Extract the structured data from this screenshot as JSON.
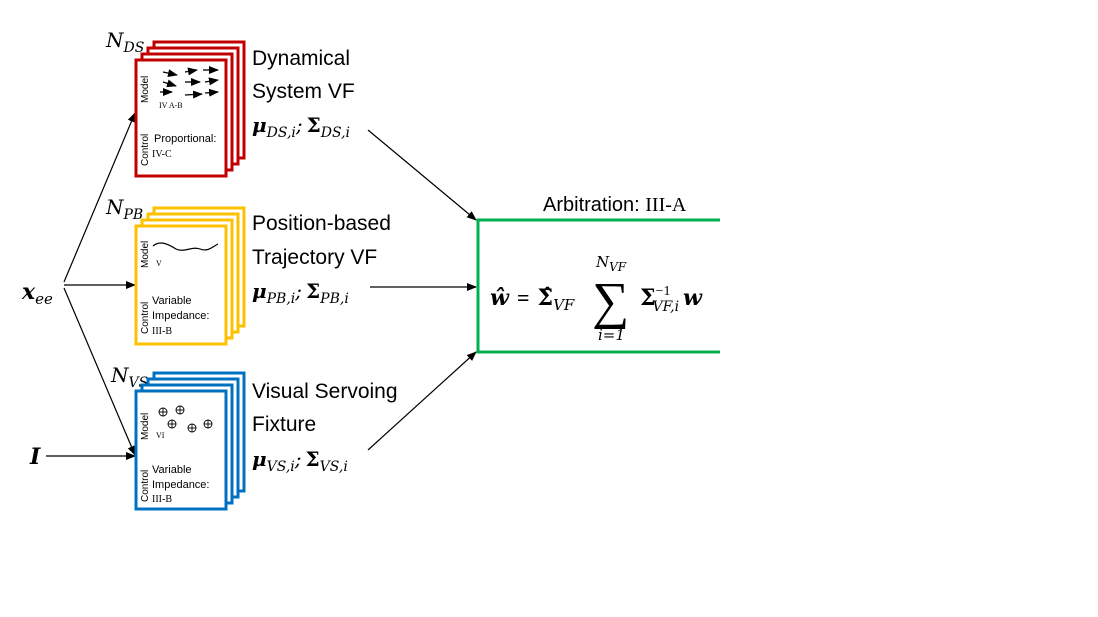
{
  "inputs": {
    "x_ee": {
      "main": "x",
      "sub": "ee"
    },
    "image": "I"
  },
  "blocks": [
    {
      "id": "ds",
      "count_symbol": {
        "main": "N",
        "sub": "DS"
      },
      "title_lines": [
        "Dynamical",
        "System VF"
      ],
      "output": {
        "mu_sub": "DS,i",
        "sigma_sub": "DS,i"
      },
      "model_label": "Model",
      "model_ref": "IV A-B",
      "control_label": "Control",
      "control_lines": [
        "Proportional:",
        "IV-C"
      ],
      "color": "#c00000"
    },
    {
      "id": "pb",
      "count_symbol": {
        "main": "N",
        "sub": "PB"
      },
      "title_lines": [
        "Position-based",
        "Trajectory VF"
      ],
      "output": {
        "mu_sub": "PB,i",
        "sigma_sub": "PB,i"
      },
      "model_label": "Model",
      "model_ref": "V",
      "control_label": "Control",
      "control_lines": [
        "Variable",
        "Impedance:",
        "III-B"
      ],
      "color": "#ffc000"
    },
    {
      "id": "vs",
      "count_symbol": {
        "main": "N",
        "sub": "VS"
      },
      "title_lines": [
        "Visual Servoing",
        "Fixture"
      ],
      "output": {
        "mu_sub": "VS,i",
        "sigma_sub": "VS,i"
      },
      "model_label": "Model",
      "model_ref": "VI",
      "control_label": "Control",
      "control_lines": [
        "Variable",
        "Impedance:",
        "III-B"
      ],
      "color": "#0070c0"
    }
  ],
  "arbitration": {
    "title_prefix": "Arbitration: ",
    "title_ref": "III-A",
    "color": "#00b050",
    "equation": {
      "lhs": "ŵ",
      "eq": "=",
      "sigma_hat": "Σ̂",
      "sigma_hat_sub": "VF",
      "sum_symbol": "∑",
      "sum_upper_main": "N",
      "sum_upper_sub": "VF",
      "sum_lower": "i=1",
      "term_sigma": "Σ",
      "term_sup": "−1",
      "term_sub": "VF,i",
      "term_w": "w"
    }
  },
  "symbols": {
    "mu": "μ",
    "sigma": "Σ",
    "separator": ";"
  }
}
